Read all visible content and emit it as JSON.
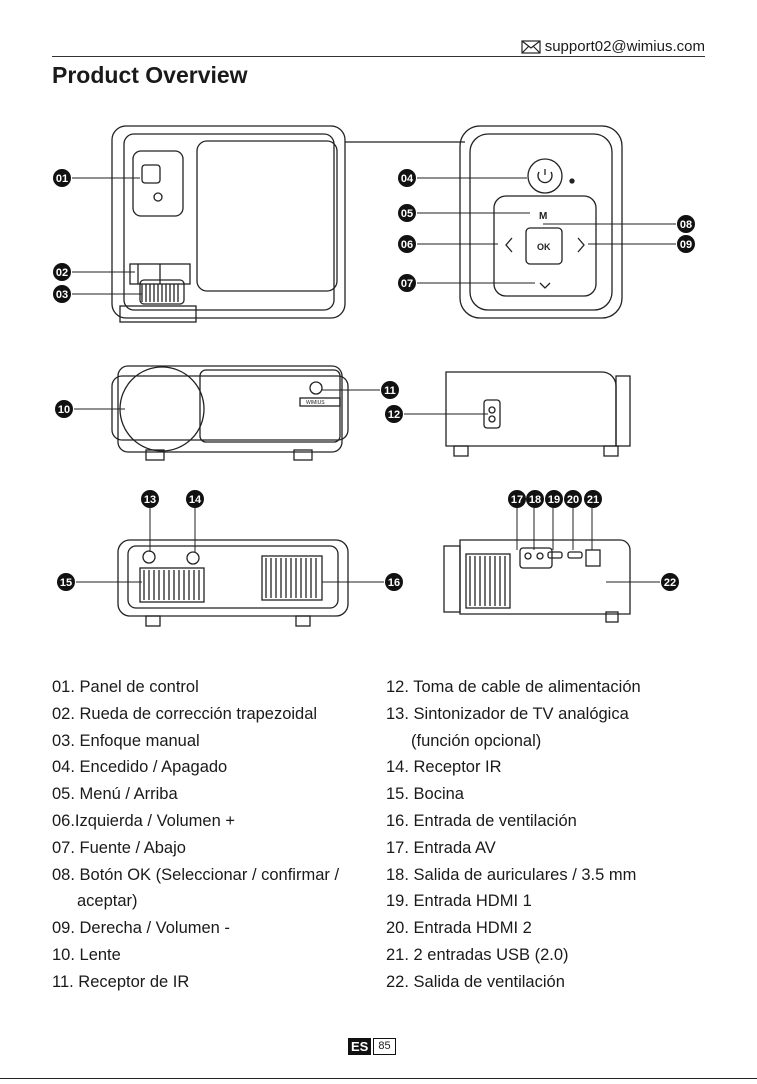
{
  "header": {
    "email": "support02@wimius.com",
    "title": "Product Overview"
  },
  "callouts": [
    "01",
    "02",
    "03",
    "04",
    "05",
    "06",
    "07",
    "08",
    "09",
    "10",
    "11",
    "12",
    "13",
    "14",
    "15",
    "16",
    "17",
    "18",
    "19",
    "20",
    "21",
    "22"
  ],
  "icons": {
    "email": "envelope-icon",
    "power": "power-icon",
    "menu": "M",
    "ok": "OK",
    "brand": "WIMIUS"
  },
  "legend_left": [
    "01. Panel de control",
    "02. Rueda de corrección trapezoidal",
    "03. Enfoque manual",
    "04. Encedido / Apagado",
    "05. Menú / Arriba",
    "06.Izquierda / Volumen +",
    "07. Fuente / Abajo",
    "08. Botón OK (Seleccionar / confirmar /",
    "aceptar)",
    "09. Derecha / Volumen -",
    "10. Lente",
    "11.  Receptor de IR"
  ],
  "legend_right": [
    "12. Toma de cable de alimentación",
    "13. Sintonizador de TV analógica",
    "(función opcional)",
    "14. Receptor IR",
    "15. Bocina",
    "16. Entrada de ventilación",
    "17. Entrada AV",
    "18. Salida de auriculares / 3.5 mm",
    "19. Entrada HDMI 1",
    "20. Entrada HDMI 2",
    "21. 2 entradas USB (2.0)",
    "22. Salida de ventilación"
  ],
  "footer": {
    "lang": "ES",
    "page": "85"
  }
}
